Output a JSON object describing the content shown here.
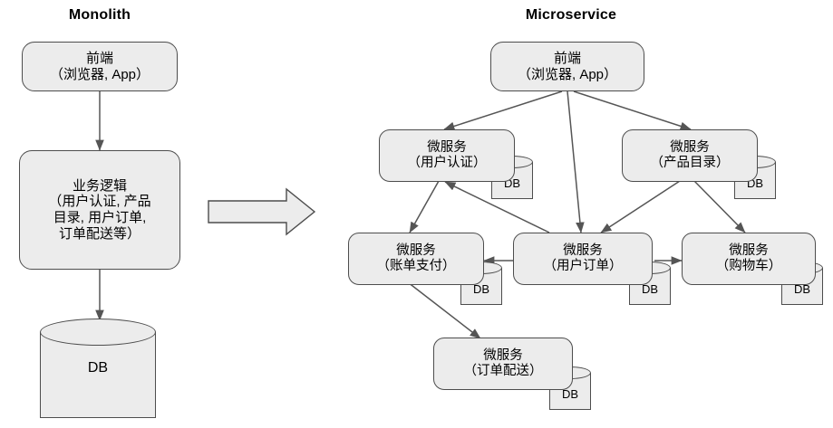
{
  "diagram": {
    "type": "architecture-comparison",
    "left_title": "Monolith",
    "right_title": "Microservice",
    "db_label": "DB",
    "colors": {
      "node_fill": "#ececec",
      "node_stroke": "#4d4d4d",
      "edge": "#555555",
      "background": "#ffffff",
      "text": "#000000"
    },
    "monolith": {
      "nodes": [
        {
          "id": "mono-frontend",
          "line1": "前端",
          "line2": "（浏览器, App）"
        },
        {
          "id": "mono-business",
          "line1": "业务逻辑",
          "line2": "（用户认证, 产品",
          "line3": "目录, 用户订单,",
          "line4": "订单配送等）"
        },
        {
          "id": "mono-db",
          "label": "DB"
        }
      ],
      "edges": [
        {
          "from": "mono-frontend",
          "to": "mono-business"
        },
        {
          "from": "mono-business",
          "to": "mono-db"
        }
      ]
    },
    "microservice": {
      "nodes": [
        {
          "id": "ms-frontend",
          "line1": "前端",
          "line2": "（浏览器, App）"
        },
        {
          "id": "ms-auth",
          "line1": "微服务",
          "line2": "（用户认证）",
          "db": "DB"
        },
        {
          "id": "ms-catalog",
          "line1": "微服务",
          "line2": "（产品目录）",
          "db": "DB"
        },
        {
          "id": "ms-billing",
          "line1": "微服务",
          "line2": "（账单支付）",
          "db": "DB"
        },
        {
          "id": "ms-orders",
          "line1": "微服务",
          "line2": "（用户订单）",
          "db": "DB"
        },
        {
          "id": "ms-cart",
          "line1": "微服务",
          "line2": "（购物车）",
          "db": "DB"
        },
        {
          "id": "ms-delivery",
          "line1": "微服务",
          "line2": "（订单配送）",
          "db": "DB"
        }
      ],
      "edges": [
        {
          "from": "ms-frontend",
          "to": "ms-auth"
        },
        {
          "from": "ms-frontend",
          "to": "ms-orders"
        },
        {
          "from": "ms-frontend",
          "to": "ms-catalog"
        },
        {
          "from": "ms-auth",
          "to": "ms-billing"
        },
        {
          "from": "ms-orders",
          "to": "ms-auth"
        },
        {
          "from": "ms-catalog",
          "to": "ms-orders"
        },
        {
          "from": "ms-catalog",
          "to": "ms-cart"
        },
        {
          "from": "ms-orders",
          "to": "ms-billing"
        },
        {
          "from": "ms-orders",
          "to": "ms-cart"
        },
        {
          "from": "ms-billing",
          "to": "ms-delivery"
        }
      ]
    },
    "transition_arrow": {
      "direction": "right"
    }
  }
}
